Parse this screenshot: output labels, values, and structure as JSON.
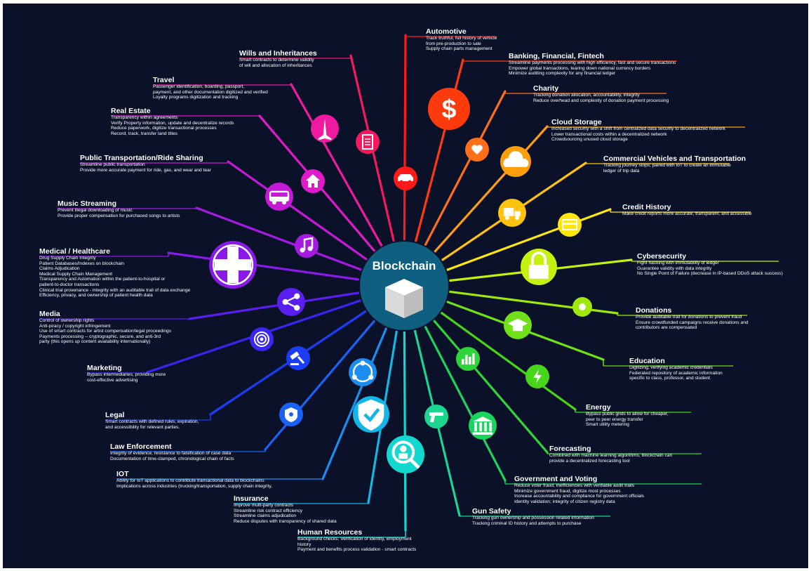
{
  "center": {
    "title": "Blockchain",
    "hub_color": "#0f5f80",
    "cube_icon": "cube-icon"
  },
  "background": "#0a1128",
  "branches": [
    {
      "id": "automotive",
      "title": "Automotive",
      "color": "#ff1a1a",
      "icon": "car-icon",
      "lines": [
        "Track truthful, full history of vehicle",
        "from pre-production to sale",
        "Supply chain parts management"
      ]
    },
    {
      "id": "banking",
      "title": "Banking, Financial, Fintech",
      "color": "#ff3a0d",
      "icon": "dollar-icon",
      "lines": [
        "Streamline payments processing with high efficiency, fast and secure transactions",
        "Empower global transactions, tearing down national currency borders",
        "Minimize auditing complexity for any financial ledger"
      ]
    },
    {
      "id": "charity",
      "title": "Charity",
      "color": "#ff6f1a",
      "icon": "heart-icon",
      "lines": [
        "Tracking donation allocation, accountability, integrity",
        "Reduce overhead and complexity of donation payment processing"
      ]
    },
    {
      "id": "cloud",
      "title": "Cloud Storage",
      "color": "#ff9e0d",
      "icon": "cloud-icon",
      "lines": [
        "Increased security with a shift from centralized data security to decentralized network",
        "Lower transactional costs within a decentralized network",
        "Crowdsourcing unused cloud storage"
      ]
    },
    {
      "id": "commercial",
      "title": "Commercial Vehicles and Transportation",
      "color": "#ffc20d",
      "icon": "truck-icon",
      "lines": [
        "Tracking journey stops; paired with IoT to create an immutable",
        "ledger of trip data"
      ]
    },
    {
      "id": "credit",
      "title": "Credit History",
      "color": "#ffe60d",
      "icon": "credit-card-icon",
      "lines": [
        "Make credit reports more accurate, transparent, and accessible"
      ]
    },
    {
      "id": "cyber",
      "title": "Cybersecurity",
      "color": "#c6f00d",
      "icon": "lock-icon",
      "lines": [
        "Fight hacking with immutability of ledger",
        "Guarantee validity with data integrity",
        "No Single Point of Failure (decrease in IP-based DDoS attack success)"
      ]
    },
    {
      "id": "donations",
      "title": "Donations",
      "color": "#9ee80d",
      "icon": "donation-icon",
      "lines": [
        "Provide auditable trail for donations to prevent fraud",
        "Ensure crowdfunded campaigns receive donations and",
        "contributors are compensated"
      ]
    },
    {
      "id": "education",
      "title": "Education",
      "color": "#6fe01a",
      "icon": "graduation-cap-icon",
      "lines": [
        "Digitizing, verifying academic credentials",
        "Federated repository of academic information",
        "specific to class, professor, and student"
      ]
    },
    {
      "id": "energy",
      "title": "Energy",
      "color": "#47d61a",
      "icon": "lightning-icon",
      "lines": [
        "Bypass public grids to allow for cheaper,",
        "peer to peer energy transfer",
        "Smart utility metering"
      ]
    },
    {
      "id": "forecasting",
      "title": "Forecasting",
      "color": "#2fd43a",
      "icon": "bar-chart-icon",
      "lines": [
        "Combined with machine learning algorithms, blockchain can",
        "provide a decentralized forecasting tool"
      ]
    },
    {
      "id": "government",
      "title": "Government and Voting",
      "color": "#1ad45e",
      "icon": "government-building-icon",
      "lines": [
        "Reduce voter fraud, inefficiencies with verifiable audit trails",
        "Minimize government fraud, digitize most processes",
        "Increase accountability and compliance for government officials",
        "Identity validation; integrity of citizen registry data"
      ]
    },
    {
      "id": "gun",
      "title": "Gun Safety",
      "color": "#1ad68f",
      "icon": "gun-icon",
      "lines": [
        "Tracking gun ownership and possession related information",
        "Tracking criminal ID history and attempts to purchase"
      ]
    },
    {
      "id": "hr",
      "title": "Human Resources",
      "color": "#12d8d0",
      "icon": "person-search-icon",
      "lines": [
        "Background checks: Verification of identity, employment",
        "history",
        "Payment and benefits process validation - smart contracts"
      ]
    },
    {
      "id": "insurance",
      "title": "Insurance",
      "color": "#12b7e8",
      "icon": "shield-check-icon",
      "lines": [
        "Improve multi-party contracts",
        "Streamline risk contract efficiency",
        "Streamline claims adjudication",
        "Reduce disputes with transparency of shared data"
      ]
    },
    {
      "id": "iot",
      "title": "IOT",
      "color": "#1a8ef0",
      "icon": "iot-network-icon",
      "lines": [
        "Ability for IoT applications to contribute transactional data to blockchains",
        "Implications across industries (trucking/transportation, supply chain integrity,"
      ]
    },
    {
      "id": "law",
      "title": "Law Enforcement",
      "color": "#1a62f5",
      "icon": "police-badge-icon",
      "lines": [
        "Integrity of evidence, resistance to falsification of case data",
        "Documentation of time-stamped, chronological chain of facts"
      ]
    },
    {
      "id": "legal",
      "title": "Legal",
      "color": "#1a3df5",
      "icon": "gavel-icon",
      "lines": [
        "Smart contracts with defined rules, expiration,",
        "and accessibility for relevant parties."
      ]
    },
    {
      "id": "marketing",
      "title": "Marketing",
      "color": "#3a26f0",
      "icon": "target-icon",
      "lines": [
        "Bypass intermediaries, providing more",
        "cost-effective advertising"
      ]
    },
    {
      "id": "media",
      "title": "Media",
      "color": "#5a1ef0",
      "icon": "share-icon",
      "lines": [
        "Control of ownership rights",
        "Anti-piracy / copyright infringement",
        "Use of smart contracts for artist compensation/legal proceedings",
        "Payments processing -- cryptographic, secure, and anti-3rd",
        "party (this opens up content availability internationally)"
      ]
    },
    {
      "id": "medical",
      "title": "Medical / Healthcare",
      "color": "#8a1ae8",
      "icon": "medical-cross-icon",
      "lines": [
        "Drug Supply Chain Integrity",
        "Patient Databases/Indexes on blockchain",
        "Claims Adjudication",
        "Medical Supply Chain Management",
        "Transparency and Automation within the patient-to-hospital or",
        "patient-to-doctor transactions",
        "Clinical trial provenance - integrity with an auditable trail of data exchange",
        "Efficiency, privacy, and ownership of patient health data"
      ]
    },
    {
      "id": "music",
      "title": "Music Streaming",
      "color": "#a51ae0",
      "icon": "music-note-icon",
      "lines": [
        "Prevent illegal downloading of music",
        "Provide proper compensation for purchased songs to artists"
      ]
    },
    {
      "id": "transport",
      "title": "Public Transportation/Ride Sharing",
      "color": "#c41ad6",
      "icon": "bus-icon",
      "lines": [
        "Streamline public transportation",
        "Provide more accurate payment for ride, gas, and wear and tear"
      ]
    },
    {
      "id": "realestate",
      "title": "Real Estate",
      "color": "#e01ac8",
      "icon": "house-icon",
      "lines": [
        "Transparency within agreements",
        "Verify Property information, update and decentralize records",
        "Reduce paperwork, digitize transactional processes",
        "Record, track, transfer land titles"
      ]
    },
    {
      "id": "travel",
      "title": "Travel",
      "color": "#f01aa0",
      "icon": "airplane-icon",
      "lines": [
        "Passenger identification, boarding, passport,",
        "payment, and other documentation digitized and verified",
        "Loyalty programs digitization and tracking"
      ]
    },
    {
      "id": "wills",
      "title": "Wills and Inheritances",
      "color": "#f51a5e",
      "icon": "scroll-icon",
      "lines": [
        "Smart contracts to determine validity",
        "of will and allocation of inheritances"
      ]
    }
  ]
}
